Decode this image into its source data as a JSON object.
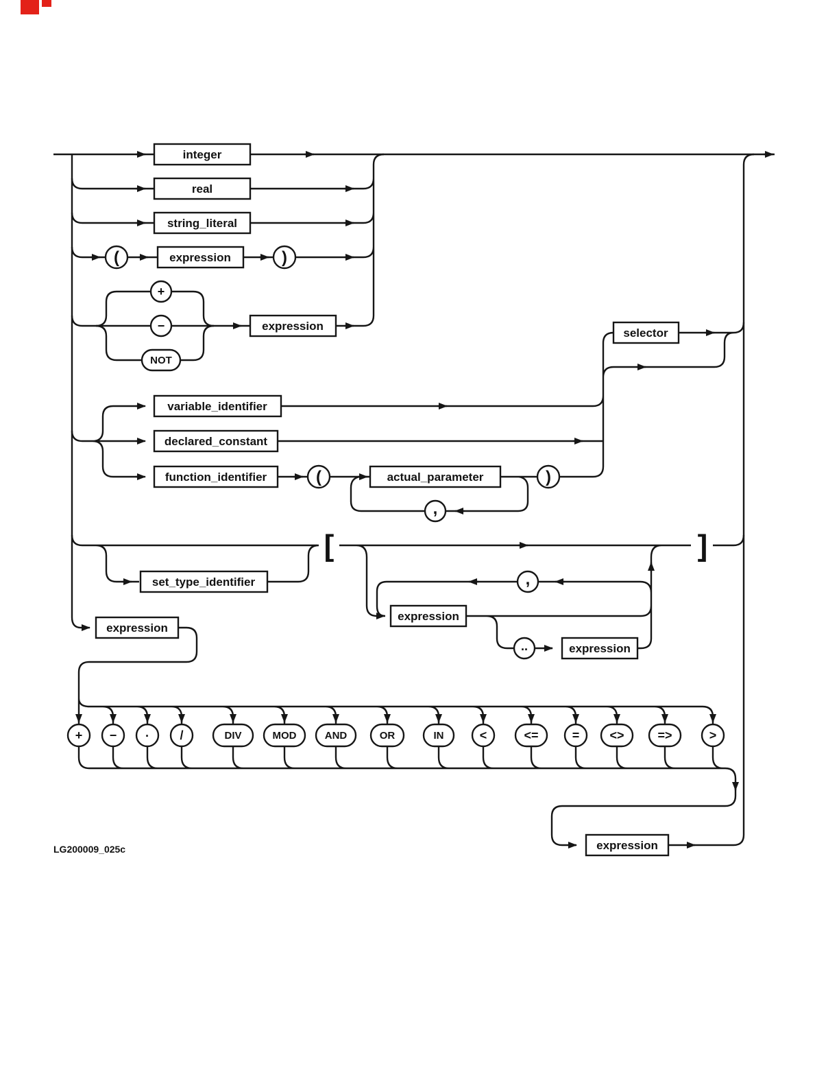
{
  "diagram": {
    "caption": "LG200009_025c",
    "colors": {
      "registration_mark": "#e32219"
    },
    "boxes": {
      "integer": "integer",
      "real": "real",
      "string_literal": "string_literal",
      "paren_expression": "expression",
      "signed_expression": "expression",
      "selector": "selector",
      "variable_identifier": "variable_identifier",
      "declared_constant": "declared_constant",
      "function_identifier": "function_identifier",
      "actual_parameter": "actual_parameter",
      "set_type_identifier": "set_type_identifier",
      "member_expression": "expression",
      "range_expression": "expression",
      "left_operand_expression": "expression",
      "right_operand_expression": "expression"
    },
    "terminals": {
      "open_paren": "(",
      "close_paren": ")",
      "plus_sign": "+",
      "minus_sign": "−",
      "not_operator": "NOT",
      "parameter_comma": ",",
      "open_bracket": "[",
      "close_bracket": "]",
      "member_comma": ",",
      "range_dots": ".."
    },
    "operators": [
      {
        "label": "+"
      },
      {
        "label": "−"
      },
      {
        "label": "·"
      },
      {
        "label": "/"
      },
      {
        "label": "DIV"
      },
      {
        "label": "MOD"
      },
      {
        "label": "AND"
      },
      {
        "label": "OR"
      },
      {
        "label": "IN"
      },
      {
        "label": "<"
      },
      {
        "label": "<="
      },
      {
        "label": "="
      },
      {
        "label": "<>"
      },
      {
        "label": "=>"
      },
      {
        "label": ">"
      }
    ]
  }
}
